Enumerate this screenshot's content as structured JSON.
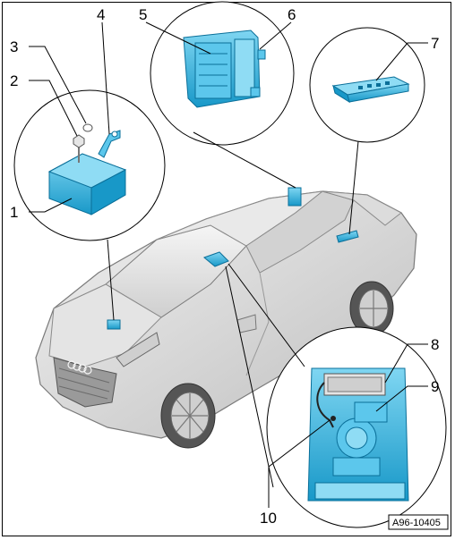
{
  "callouts": [
    "1",
    "2",
    "3",
    "4",
    "5",
    "6",
    "7",
    "8",
    "9",
    "10"
  ],
  "reference": "A96-10405",
  "colors": {
    "part": "#2fb6e0",
    "part_dark": "#0a7fae",
    "part_light": "#8fdcf4",
    "car": "#d8d8d8",
    "car_dark": "#9a9a9a"
  }
}
